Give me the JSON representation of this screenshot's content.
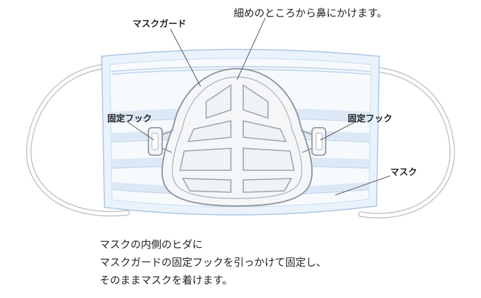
{
  "labels": {
    "top_note": "細めのところから鼻にかけます。",
    "mask_guard": "マスクガード",
    "fixing_hook_left": "固定フック",
    "fixing_hook_right": "固定フック",
    "mask": "マスク"
  },
  "caption": {
    "line1": "マスクの内側のヒダに",
    "line2": "マスクガードの固定フックを引っかけて固定し、",
    "line3": "そのままマスクを着けます。"
  },
  "colors": {
    "mask_fill": "#eef4fb",
    "mask_border": "#b9d2ec",
    "pleat_band": "#dce8f5",
    "guard_fill": "#f7f8fa",
    "guard_stroke": "#9aa0a6",
    "leader_line": "#555555",
    "ear_loop": "#b5b5b5"
  }
}
